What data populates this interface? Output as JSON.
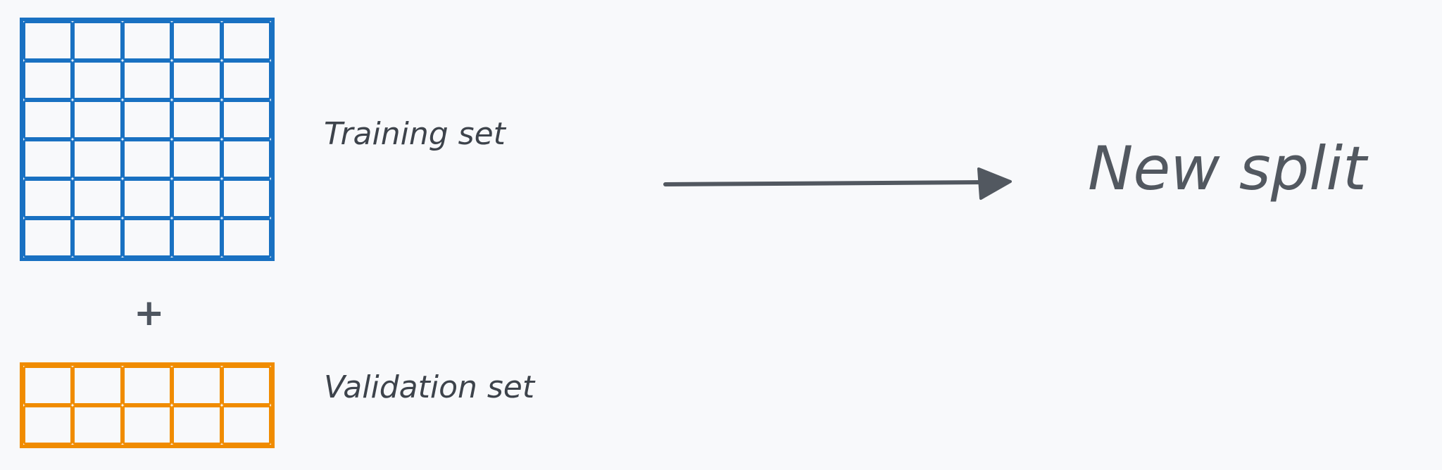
{
  "diagram": {
    "training_set": {
      "label": "Training set",
      "rows": 6,
      "columns": 5,
      "color": "#1971c2"
    },
    "operator": "+",
    "validation_set": {
      "label": "Validation set",
      "rows": 2,
      "columns": 5,
      "color": "#f08c00"
    },
    "arrow": {
      "icon": "right-arrow-icon",
      "color": "#525860"
    },
    "result": {
      "label": "New split"
    }
  }
}
